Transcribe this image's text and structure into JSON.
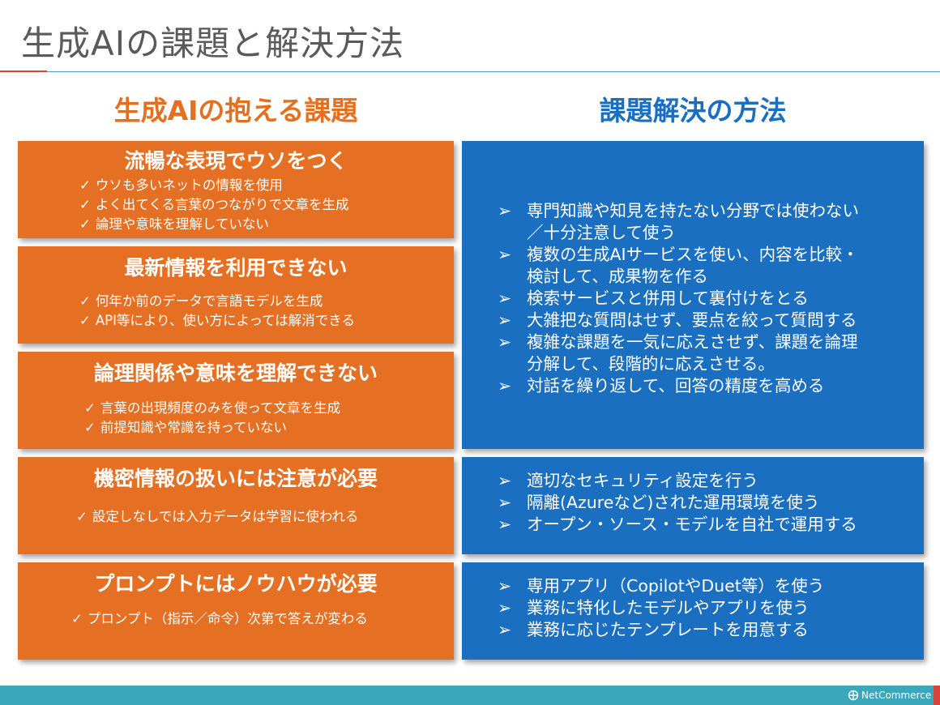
{
  "page_title": "生成AIの課題と解決方法",
  "left_heading": "生成AIの抱える課題",
  "right_heading": "課題解決の方法",
  "check_mark": "✓",
  "arrow_mark": "➢",
  "issues": [
    {
      "title": "流暢な表現でウソをつく",
      "points": [
        "ウソも多いネットの情報を使用",
        "よく出てくる言葉のつながりで文章を生成",
        "論理や意味を理解していない"
      ]
    },
    {
      "title": "最新情報を利用できない",
      "points": [
        "何年か前のデータで言語モデルを生成",
        "API等により、使い方によっては解消できる"
      ]
    },
    {
      "title": "論理関係や意味を理解できない",
      "points": [
        "言葉の出現頻度のみを使って文章を生成",
        "前提知識や常識を持っていない"
      ]
    },
    {
      "title": "機密情報の扱いには注意が必要",
      "points": [
        "設定しなしでは入力データは学習に使われる"
      ]
    },
    {
      "title": "プロンプトにはノウハウが必要",
      "points": [
        "プロンプト（指示／命令）次第で答えが変わる"
      ]
    }
  ],
  "solutions": [
    {
      "items": [
        [
          "専門知識や知見を持たない分野では使わない",
          "／十分注意して使う"
        ],
        [
          "複数の生成AIサービスを使い、内容を比較・",
          "検討して、成果物を作る"
        ],
        [
          "検索サービスと併用して裏付けをとる"
        ],
        [
          "大雑把な質問はせず、要点を絞って質問する"
        ],
        [
          "複雑な課題を一気に応えさせず、課題を論理",
          "分解して、段階的に応えさせる。"
        ],
        [
          "対話を繰り返して、回答の精度を高める"
        ]
      ]
    },
    {
      "items": [
        [
          "適切なセキュリティ設定を行う"
        ],
        [
          "隔離(Azureなど)された運用環境を使う"
        ],
        [
          "オープン・ソース・モデルを自社で運用する"
        ]
      ]
    },
    {
      "items": [
        [
          "専用アプリ（CopilotやDuet等）を使う"
        ],
        [
          "業務に特化したモデルやアプリを使う"
        ],
        [
          "業務に応じたテンプレートを用意する"
        ]
      ]
    }
  ],
  "footer": {
    "logo_text": "NetCommerce",
    "logo_icon": "netcommerce-logo-icon"
  },
  "colors": {
    "orange": "#e56f22",
    "blue": "#1a6fc0",
    "teal": "#3aa7bb",
    "red": "#d9413b",
    "title_gray": "#5a5a5a"
  }
}
